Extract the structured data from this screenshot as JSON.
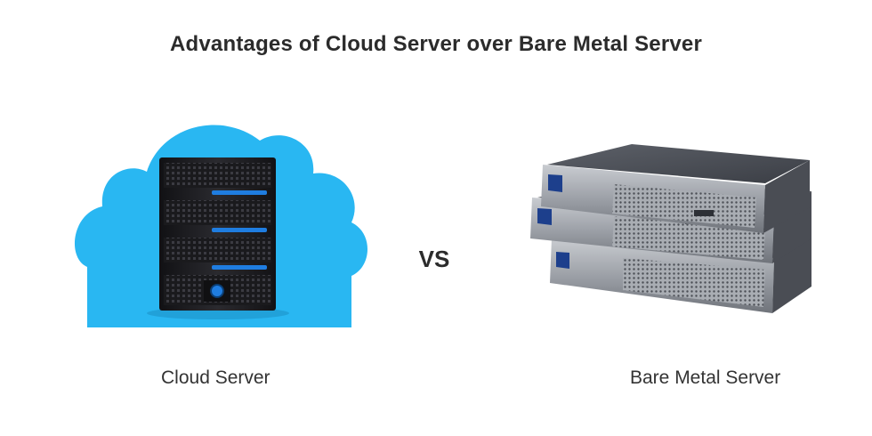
{
  "title": "Advantages of Cloud Server over Bare Metal Server",
  "vs_label": "VS",
  "left": {
    "caption": "Cloud Server",
    "icon": "cloud-server-icon"
  },
  "right": {
    "caption": "Bare Metal Server",
    "icon": "bare-metal-server-stack-icon"
  },
  "colors": {
    "cloud": "#29b7f2",
    "rack": "#1e1e22",
    "led": "#1f7de0",
    "metal": "#8a8f96"
  }
}
